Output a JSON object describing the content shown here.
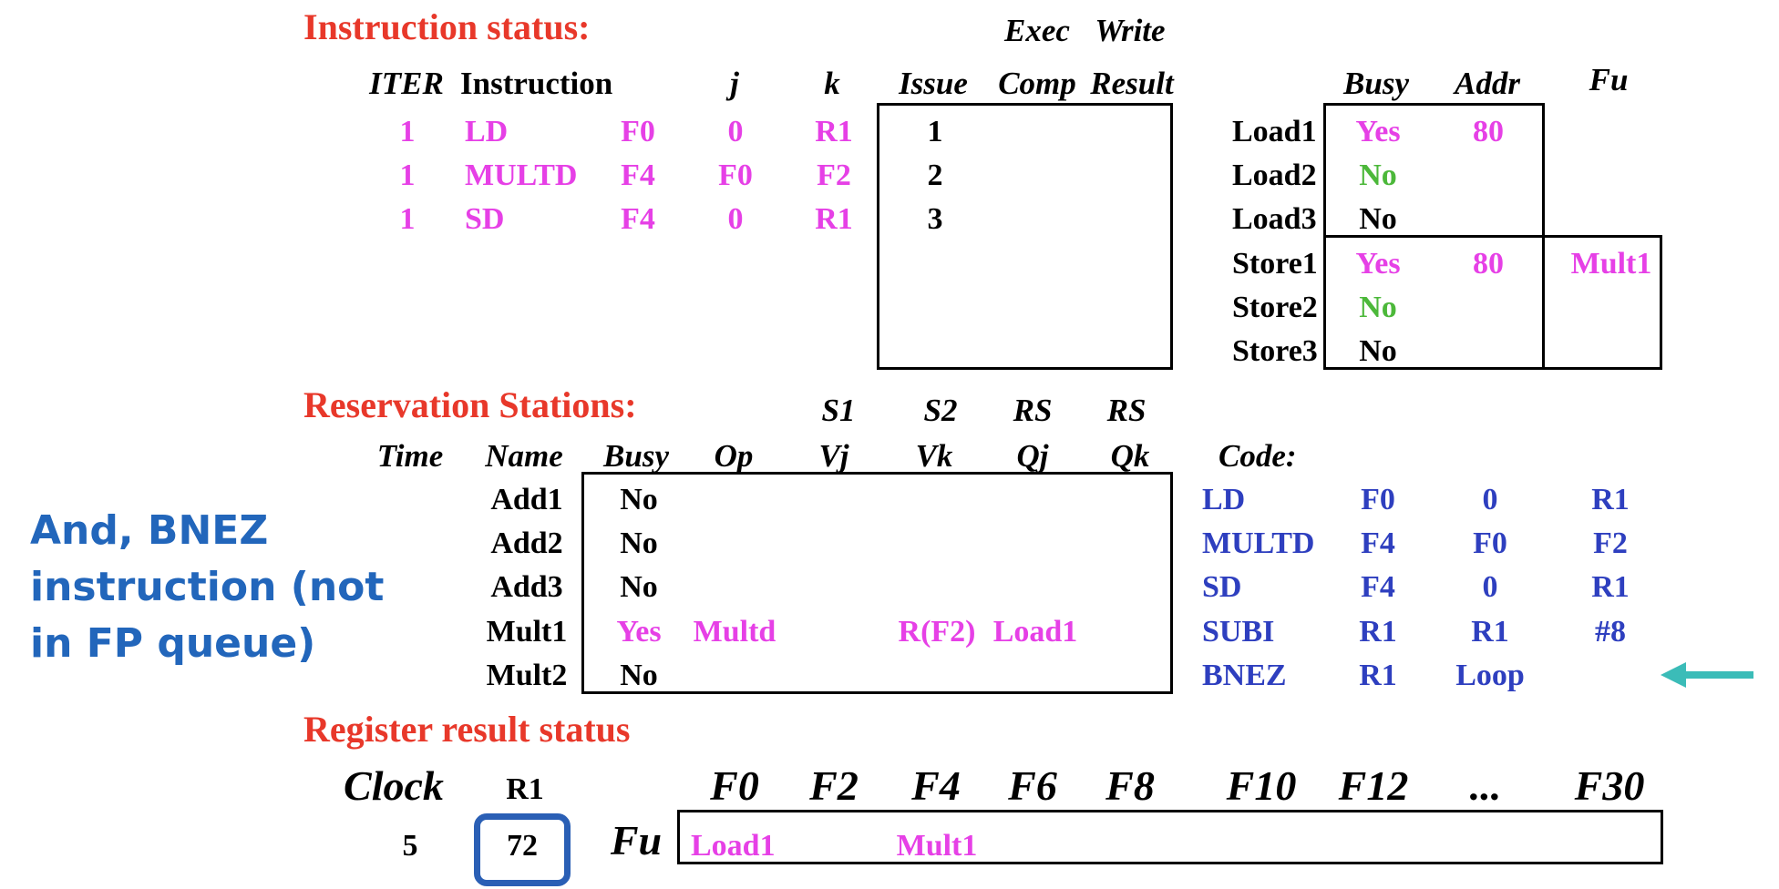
{
  "instruction_status": {
    "title": "Instruction status:",
    "headers": {
      "exec": "Exec",
      "write": "Write",
      "iter": "ITER",
      "instruction": "Instruction",
      "j": "j",
      "k": "k",
      "issue": "Issue",
      "comp": "Comp",
      "result": "Result"
    },
    "rows": [
      {
        "iter": "1",
        "op": "LD",
        "dst": "F0",
        "j": "0",
        "k": "R1",
        "issue": "1"
      },
      {
        "iter": "1",
        "op": "MULTD",
        "dst": "F4",
        "j": "F0",
        "k": "F2",
        "issue": "2"
      },
      {
        "iter": "1",
        "op": "SD",
        "dst": "F4",
        "j": "0",
        "k": "R1",
        "issue": "3"
      }
    ]
  },
  "buffers": {
    "headers": {
      "busy": "Busy",
      "addr": "Addr",
      "fu": "Fu"
    },
    "rows": [
      {
        "name": "Load1",
        "busy": "Yes",
        "addr": "80",
        "fu": ""
      },
      {
        "name": "Load2",
        "busy": "No",
        "addr": "",
        "fu": ""
      },
      {
        "name": "Load3",
        "busy": "No",
        "addr": "",
        "fu": ""
      },
      {
        "name": "Store1",
        "busy": "Yes",
        "addr": "80",
        "fu": "Mult1"
      },
      {
        "name": "Store2",
        "busy": "No",
        "addr": "",
        "fu": ""
      },
      {
        "name": "Store3",
        "busy": "No",
        "addr": "",
        "fu": ""
      }
    ],
    "colors": {
      "Load1": "#e640e6",
      "Load2": "#4cb83a",
      "Load3": "#000000",
      "Store1": "#e640e6",
      "Store2": "#4cb83a",
      "Store3": "#000000"
    }
  },
  "reservation_stations": {
    "title": "Reservation Stations:",
    "headers_top": {
      "s1": "S1",
      "s2": "S2",
      "rs1": "RS",
      "rs2": "RS"
    },
    "headers": {
      "time": "Time",
      "name": "Name",
      "busy": "Busy",
      "op": "Op",
      "vj": "Vj",
      "vk": "Vk",
      "qj": "Qj",
      "qk": "Qk"
    },
    "rows": [
      {
        "name": "Add1",
        "busy": "No",
        "op": "",
        "vk": "",
        "qj": ""
      },
      {
        "name": "Add2",
        "busy": "No",
        "op": "",
        "vk": "",
        "qj": ""
      },
      {
        "name": "Add3",
        "busy": "No",
        "op": "",
        "vk": "",
        "qj": ""
      },
      {
        "name": "Mult1",
        "busy": "Yes",
        "op": "Multd",
        "vk": "R(F2)",
        "qj": "Load1"
      },
      {
        "name": "Mult2",
        "busy": "No",
        "op": "",
        "vk": "",
        "qj": ""
      }
    ]
  },
  "code": {
    "label": "Code:",
    "lines": [
      [
        "LD",
        "F0",
        "0",
        "R1"
      ],
      [
        "MULTD",
        "F4",
        "F0",
        "F2"
      ],
      [
        "SD",
        "F4",
        "0",
        "R1"
      ],
      [
        "SUBI",
        "R1",
        "R1",
        "#8"
      ],
      [
        "BNEZ",
        "R1",
        "Loop",
        ""
      ]
    ]
  },
  "register_status": {
    "title": "Register result status",
    "clock_label": "Clock",
    "clock_value": "5",
    "r1_label": "R1",
    "r1_value": "72",
    "fu_label": "Fu",
    "registers": [
      "F0",
      "F2",
      "F4",
      "F6",
      "F8",
      "F10",
      "F12",
      "...",
      "F30"
    ],
    "fu_values": [
      "Load1",
      "",
      "Mult1",
      "",
      "",
      "",
      "",
      "",
      ""
    ]
  },
  "annotation": {
    "lines": [
      "And, BNEZ",
      "instruction (not",
      "in FP queue)"
    ]
  },
  "colors": {
    "section_title": "#e8382a",
    "active": "#e640e6",
    "free": "#4cb83a",
    "code": "#2e3fbf",
    "annotation": "#2266bb",
    "arrow": "#3bbcb8"
  }
}
